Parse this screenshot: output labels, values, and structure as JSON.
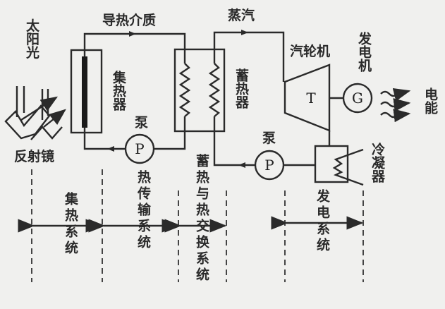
{
  "labels": {
    "sunlight": "太阳光",
    "mirror": "反射镜",
    "heat_medium": "导热介质",
    "collector": "集热器",
    "pump1": "泵",
    "steam": "蒸汽",
    "storage": "蓄热器",
    "turbine": "汽轮机",
    "generator": "发电机",
    "electric_energy": "电能",
    "pump2": "泵",
    "condenser": "冷凝器",
    "pump_symbol": "P",
    "turbine_symbol": "T",
    "generator_symbol": "G"
  },
  "systems": [
    {
      "name": "集热系统"
    },
    {
      "name": "热传输系统"
    },
    {
      "name": "蓄热与热交换系统"
    },
    {
      "name": "发电系统"
    }
  ],
  "colors": {
    "line": "#2a2a2a",
    "background": "#f0f0ee"
  }
}
